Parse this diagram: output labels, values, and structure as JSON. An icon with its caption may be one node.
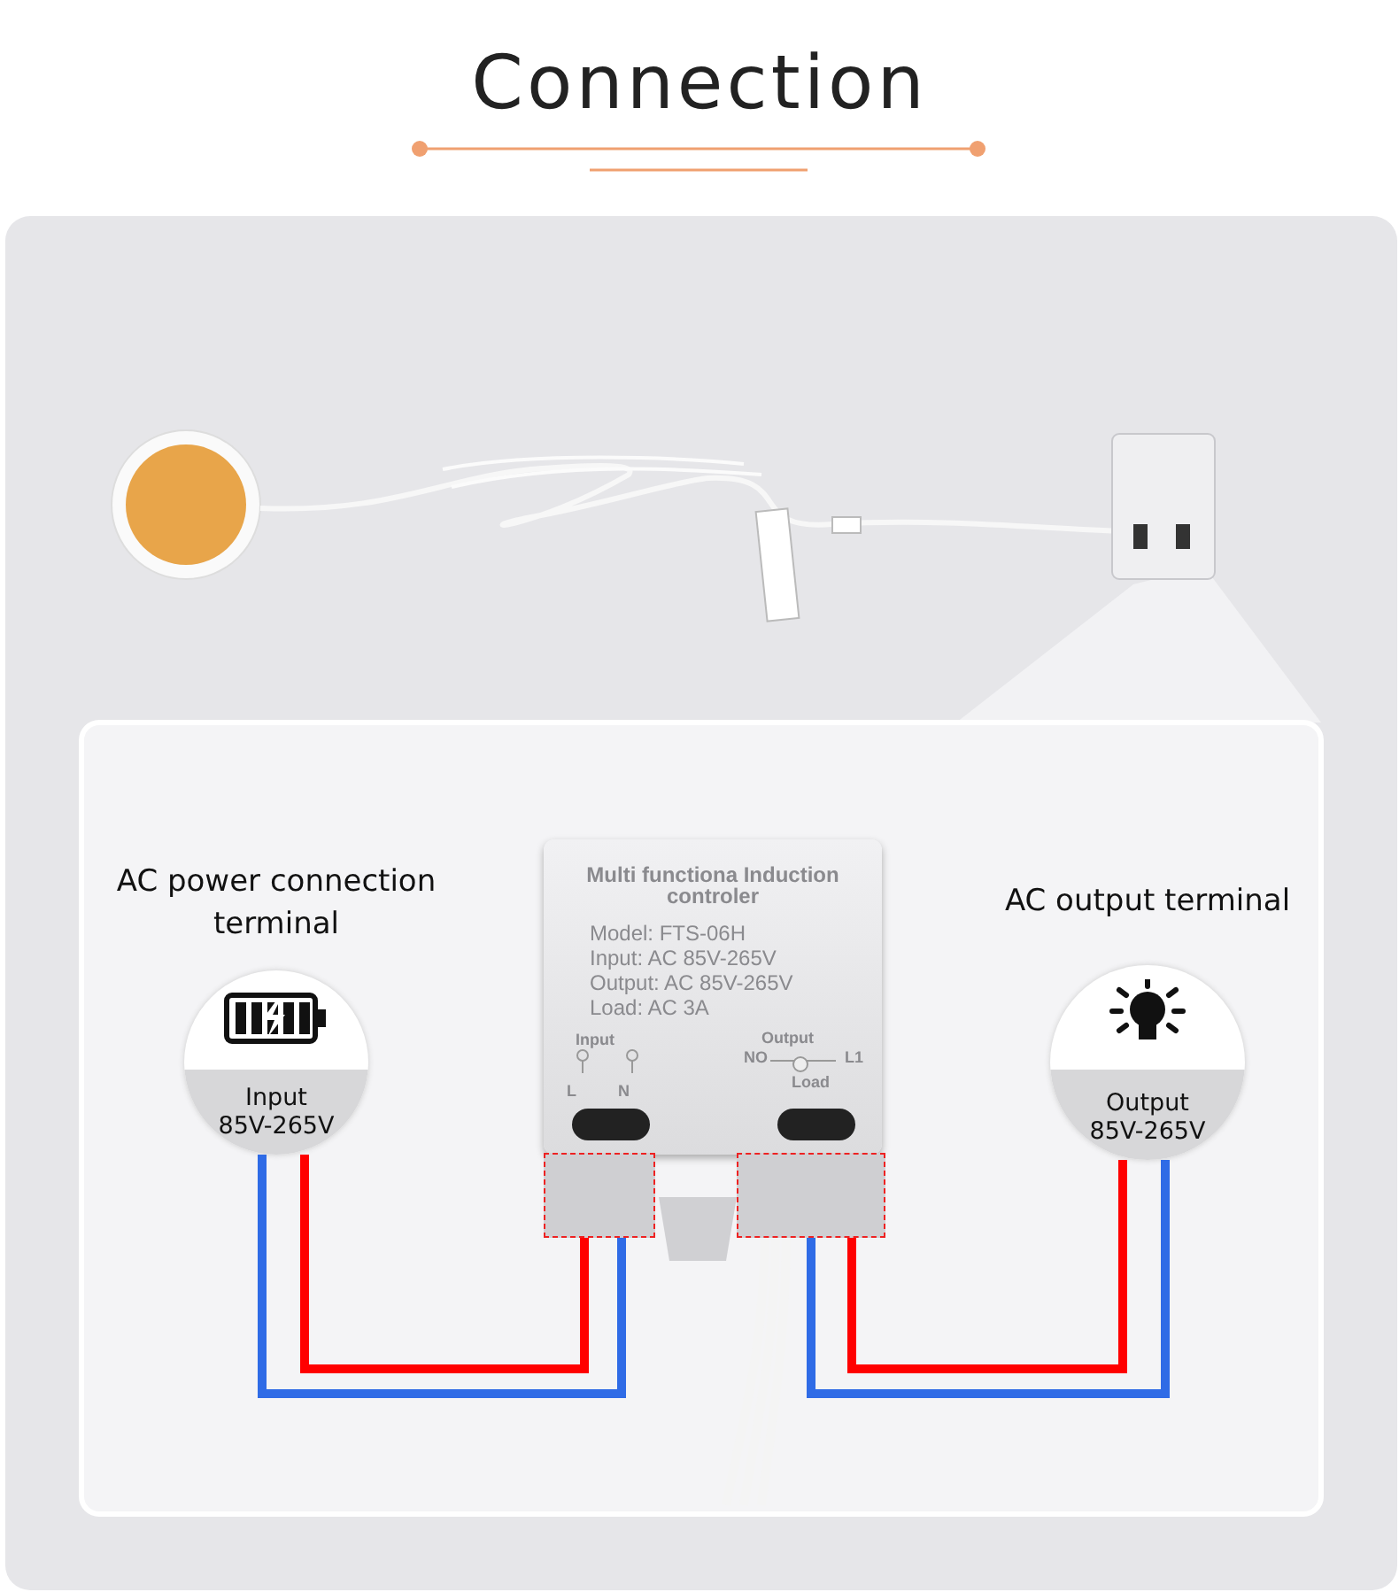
{
  "diagram": {
    "title": "Connection",
    "nodes": [
      {
        "text": [
          "AC power connection terminal",
          "Input 85V-265V"
        ]
      },
      {
        "text": [
          "AC output terminal",
          "Output 85V-265V"
        ]
      },
      {
        "text": [
          "Multi functiona Induction controler",
          "Model: FTS-06H",
          "Input: AC 85V-265V",
          "Output: AC 85V-265V",
          "Load: AC 3A",
          "Input",
          "L",
          "N",
          "Output",
          "NO",
          "L1",
          "Load"
        ]
      },
      {
        "text": [],
        "shape": "box"
      },
      {
        "text": [],
        "shape": "box"
      }
    ],
    "edges": [
      {
        "from": 0,
        "to": 3,
        "arrow": "none",
        "color": "#ff0000"
      },
      {
        "from": 0,
        "to": 3,
        "arrow": "none",
        "color": "#2f6be6"
      },
      {
        "from": 4,
        "to": 1,
        "arrow": "none",
        "color": "#2f6be6"
      },
      {
        "from": 4,
        "to": 1,
        "arrow": "none",
        "color": "#ff0000"
      }
    ]
  }
}
